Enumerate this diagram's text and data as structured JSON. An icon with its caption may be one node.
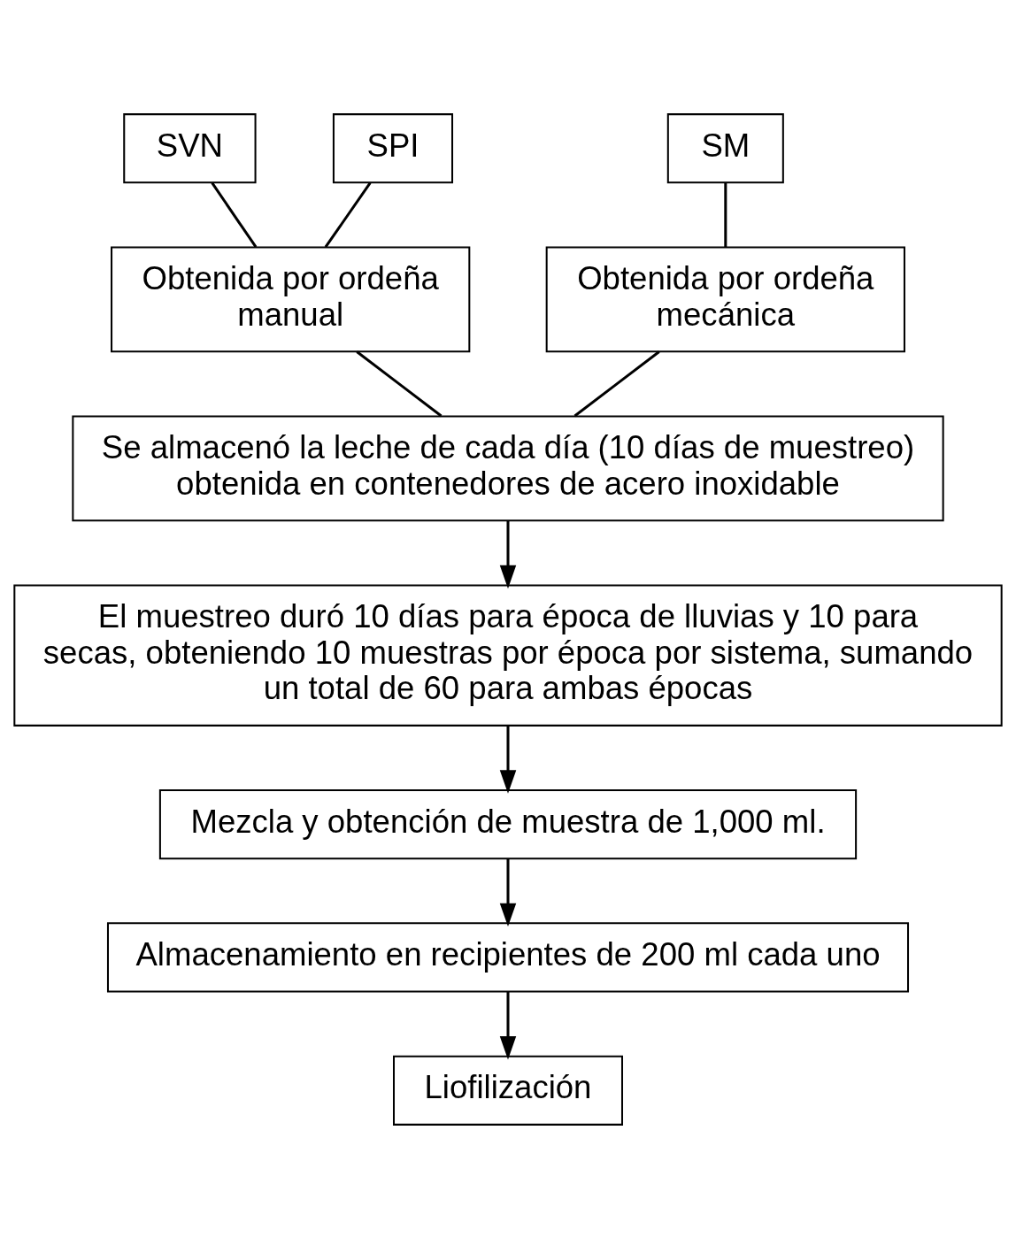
{
  "diagram": {
    "nodes": [
      {
        "text": [
          "SVN"
        ]
      },
      {
        "text": [
          "SPI"
        ]
      },
      {
        "text": [
          "SM"
        ]
      },
      {
        "text": [
          "Obtenida por ordeña manual"
        ]
      },
      {
        "text": [
          "Obtenida por ordeña mecánica"
        ]
      },
      {
        "text": [
          "Se almacenó la leche de cada día (10 días de muestreo) obtenida en contenedores de acero inoxidable"
        ]
      },
      {
        "text": [
          "El muestreo duró 10 días para época de lluvias y 10 para secas, obteniendo 10 muestras por época por sistema, sumando un total de 60 para ambas épocas"
        ]
      },
      {
        "text": [
          "Mezcla y obtención de muestra de 1,000 ml."
        ]
      },
      {
        "text": [
          "Almacenamiento en recipientes de 200 ml cada uno"
        ]
      },
      {
        "text": [
          "Liofilización"
        ]
      }
    ],
    "edges": [
      {
        "from": 0,
        "to": 3,
        "arrow": "none"
      },
      {
        "from": 1,
        "to": 3,
        "arrow": "none"
      },
      {
        "from": 2,
        "to": 4,
        "arrow": "none"
      },
      {
        "from": 3,
        "to": 5,
        "arrow": "none"
      },
      {
        "from": 4,
        "to": 5,
        "arrow": "none"
      },
      {
        "from": 5,
        "to": 6,
        "arrow": "to"
      },
      {
        "from": 6,
        "to": 7,
        "arrow": "to"
      },
      {
        "from": 7,
        "to": 8,
        "arrow": "to"
      },
      {
        "from": 8,
        "to": 9,
        "arrow": "to"
      }
    ]
  }
}
